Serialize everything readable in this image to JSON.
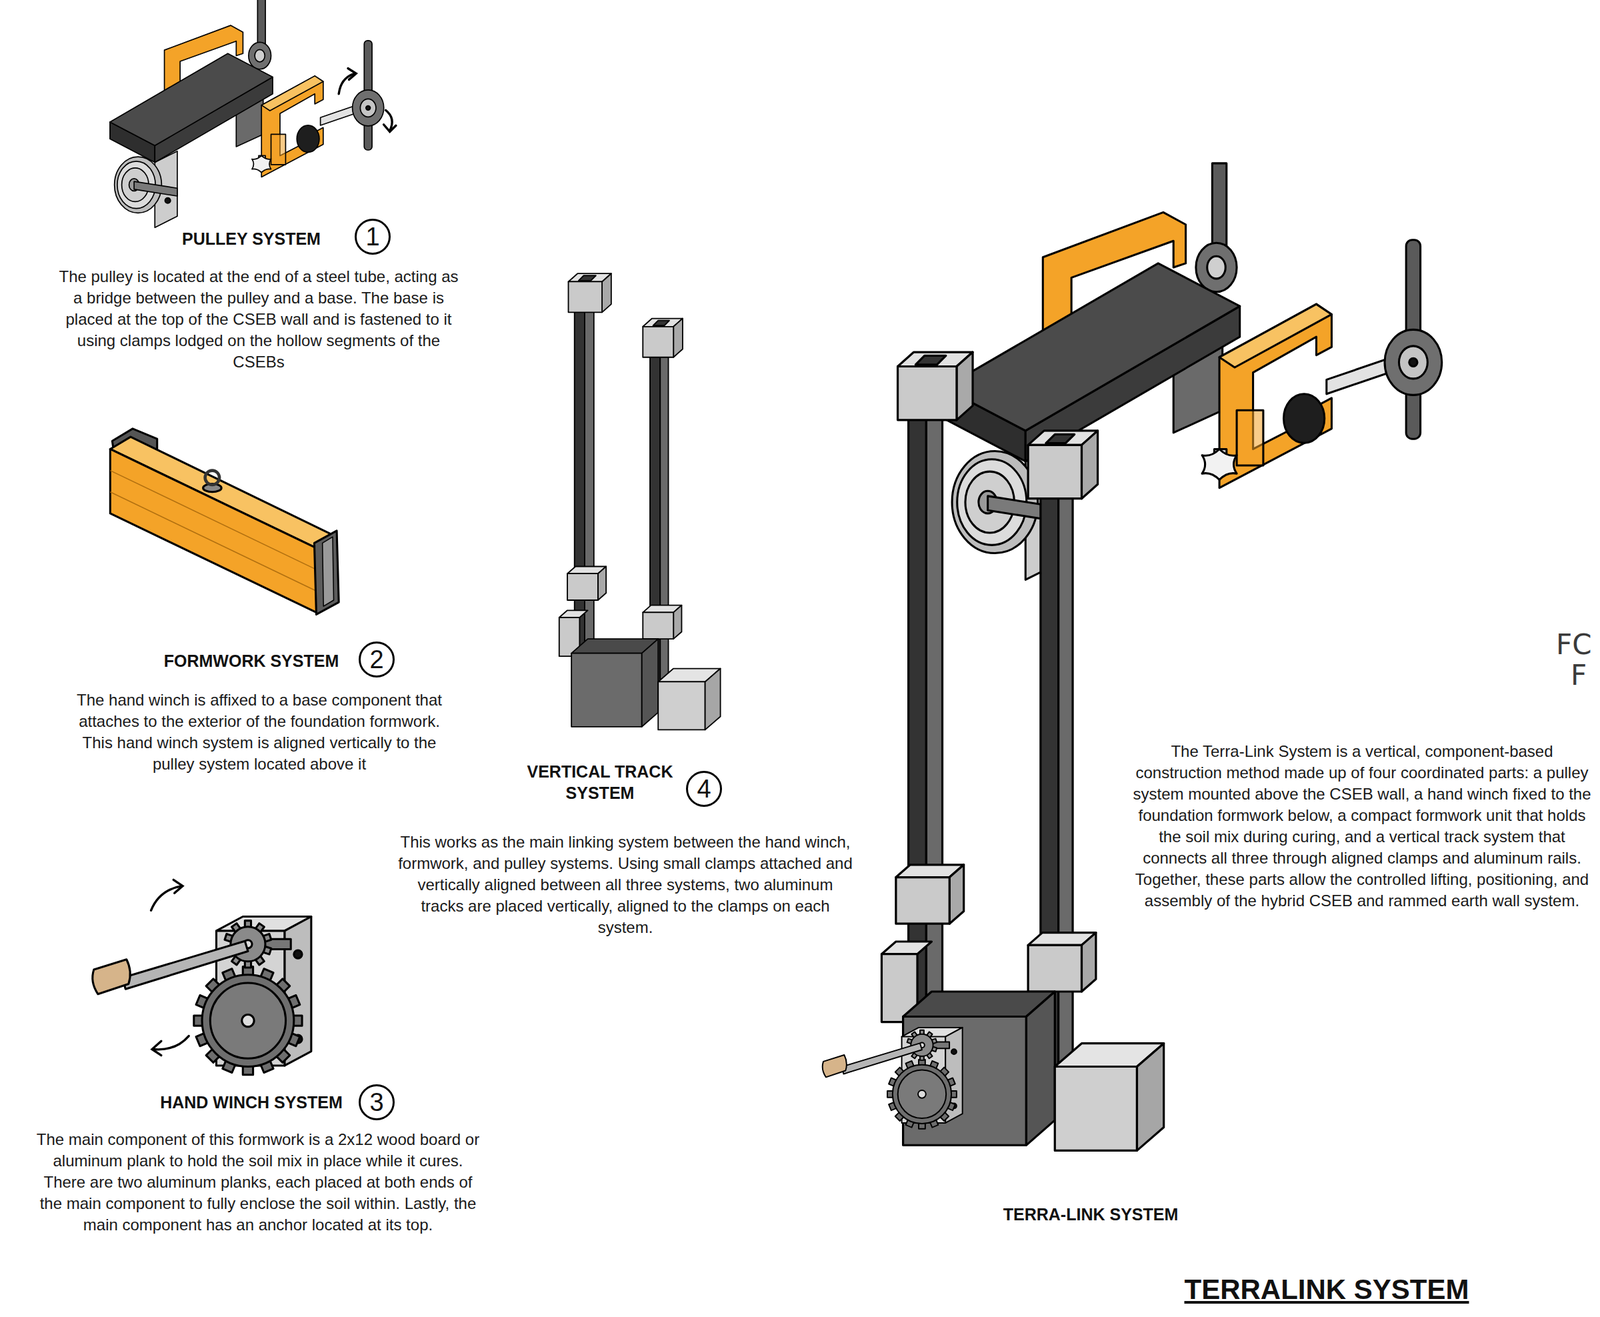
{
  "diagram": {
    "title": "TERRALINK SYSTEM",
    "nodes": [
      {
        "text": [
          "1"
        ]
      },
      {
        "text": [
          "2"
        ]
      },
      {
        "text": [
          "3"
        ]
      },
      {
        "text": [
          "4"
        ]
      }
    ],
    "labels": [
      "PULLEY SYSTEM",
      "The pulley is located at the end of a steel tube, acting as a bridge between the pulley and a base. The base is placed at the top of the CSEB wall and is fastened to it using clamps lodged on the hollow segments of the CSEBs",
      "FORMWORK SYSTEM",
      "The hand winch is affixed to a base component that attaches to the exterior of the foundation formwork. This hand winch system is aligned vertically to the pulley system located above it",
      "VERTICAL TRACK SYSTEM",
      "This works as the main linking system between the hand winch, formwork, and pulley systems. Using small clamps attached and vertically aligned between all three systems, two aluminum tracks are placed vertically, aligned to the clamps on each system.",
      "HAND WINCH SYSTEM",
      "The main component of this formwork is a 2x12 wood board or aluminum plank to hold the soil mix in place while it cures. There are two aluminum planks, each placed at both ends of the main component to fully enclose the soil within. Lastly, the main component has an anchor located at its top.",
      "The Terra-Link System is a vertical, component-based construction method made up of four coordinated parts: a pulley system mounted above the CSEB wall, a hand winch fixed to the foundation formwork below, a compact formwork unit that holds the soil mix during curing, and a vertical track system that connects all three through aligned clamps and aluminum rails. Together, these parts allow the controlled lifting, positioning, and assembly of the hybrid CSEB and rammed earth wall system.",
      "TERRA-LINK SYSTEM",
      "FC",
      "F"
    ]
  }
}
